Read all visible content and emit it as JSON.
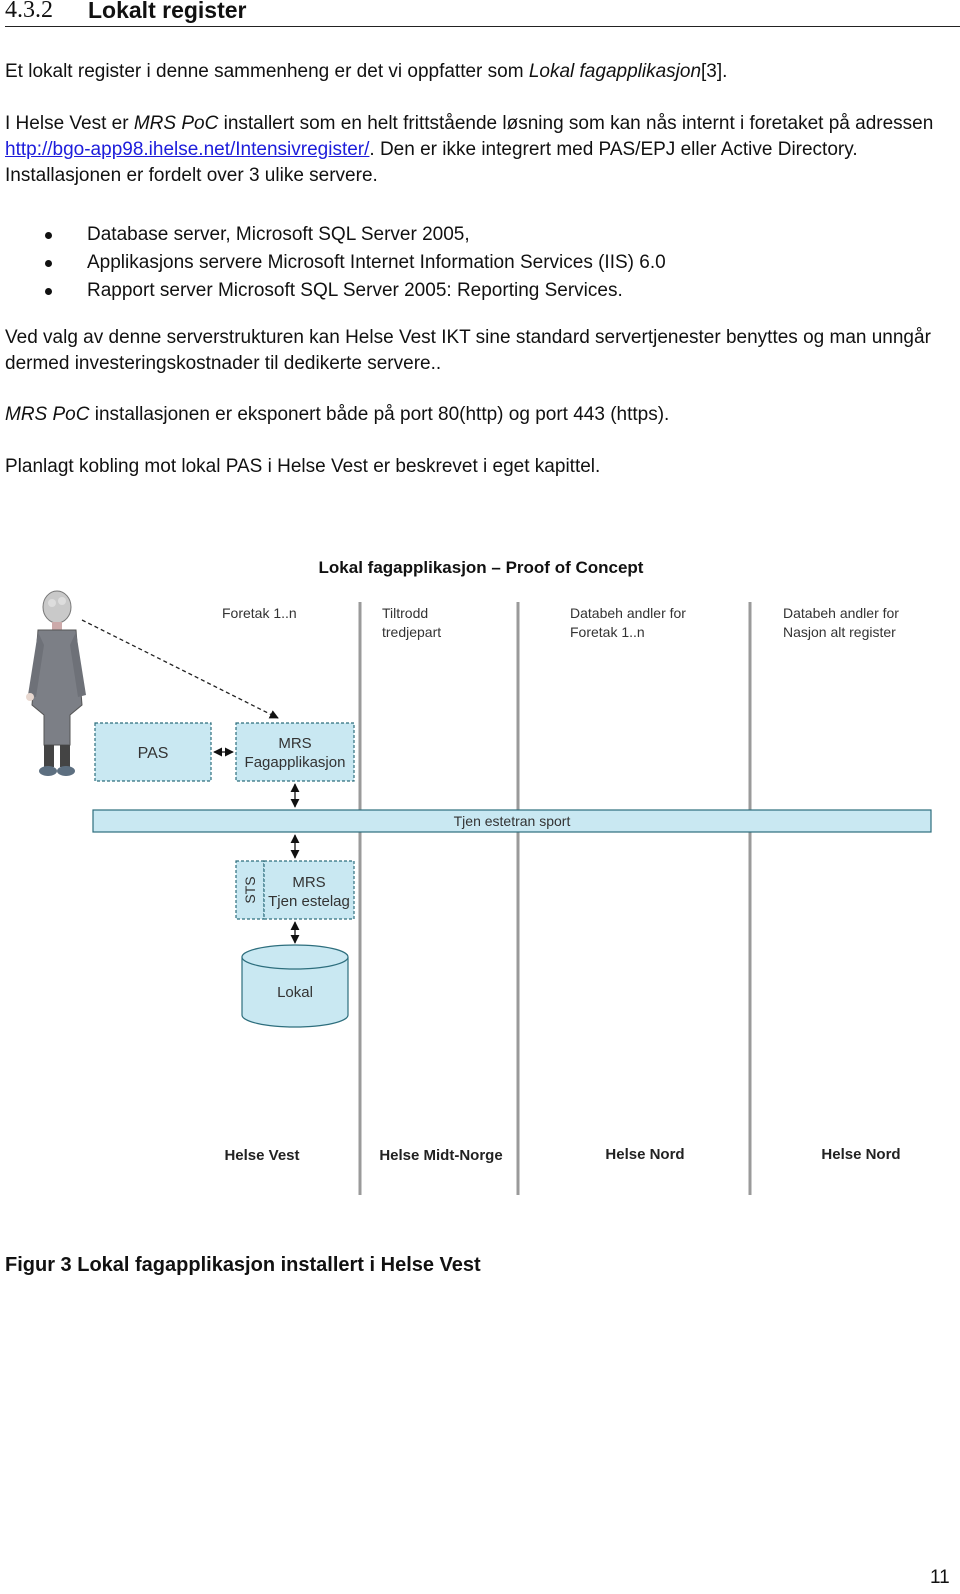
{
  "heading": {
    "number": "4.3.2",
    "title": "Lokalt register"
  },
  "p1": {
    "text_a": "Et lokalt register i denne sammenheng er det vi oppfatter som ",
    "em": "Lokal fagapplikasjon",
    "text_b": "[3]."
  },
  "p2": {
    "t1": "I Helse Vest er ",
    "em": "MRS PoC",
    "t2": " installert som en helt frittstående løsning som kan nås internt i foretaket på adressen ",
    "link": "http://bgo-app98.ihelse.net/Intensivregister/",
    "t3": ". Den er ikke integrert med PAS/EPJ eller Active Directory. Installasjonen er fordelt over 3 ulike servere."
  },
  "bullets": [
    "Database server, Microsoft SQL Server 2005,",
    "Applikasjons servere Microsoft Internet Information Services (IIS) 6.0",
    "Rapport server Microsoft SQL Server 2005: Reporting Services."
  ],
  "p3": "Ved valg av denne serverstrukturen kan Helse Vest IKT sine standard servertjenester benyttes og man unngår dermed investeringskostnader til dedikerte servere..",
  "p4": {
    "em": "MRS PoC",
    "text": " installasjonen er eksponert både på port 80(http) og port 443 (https)."
  },
  "p5": "Planlagt kobling mot lokal PAS i Helse Vest er beskrevet i eget kapittel.",
  "diagram": {
    "title": "Lokal fagapplikasjon – Proof of Concept",
    "col1": "Foretak 1..n",
    "col2_l1": "Tiltrodd",
    "col2_l2": "tredjepart",
    "col3_l1": "Databeh andler for",
    "col3_l2": "Foretak 1..n",
    "col4_l1": "Databeh andler for",
    "col4_l2": "Nasjon alt register",
    "pas": "PAS",
    "mrs_l1": "MRS",
    "mrs_l2": "Fagapplikasjon",
    "bus": "Tjen estetran sport",
    "sts": "STS",
    "svc_l1": "MRS",
    "svc_l2": "Tjen estelag",
    "db": "Lokal",
    "region1": "Helse Vest",
    "region2": "Helse Midt-Norge",
    "region3": "Helse Nord",
    "region4": "Helse Nord",
    "colors": {
      "box_fill": "#c9e8f2",
      "box_stroke": "#2d6e7d",
      "bus_fill": "#c9e8f2",
      "divider": "#9a9a9a"
    },
    "icon": "person-figure-icon"
  },
  "caption": "Figur 3 Lokal fagapplikasjon installert i Helse Vest",
  "page_number": "11"
}
